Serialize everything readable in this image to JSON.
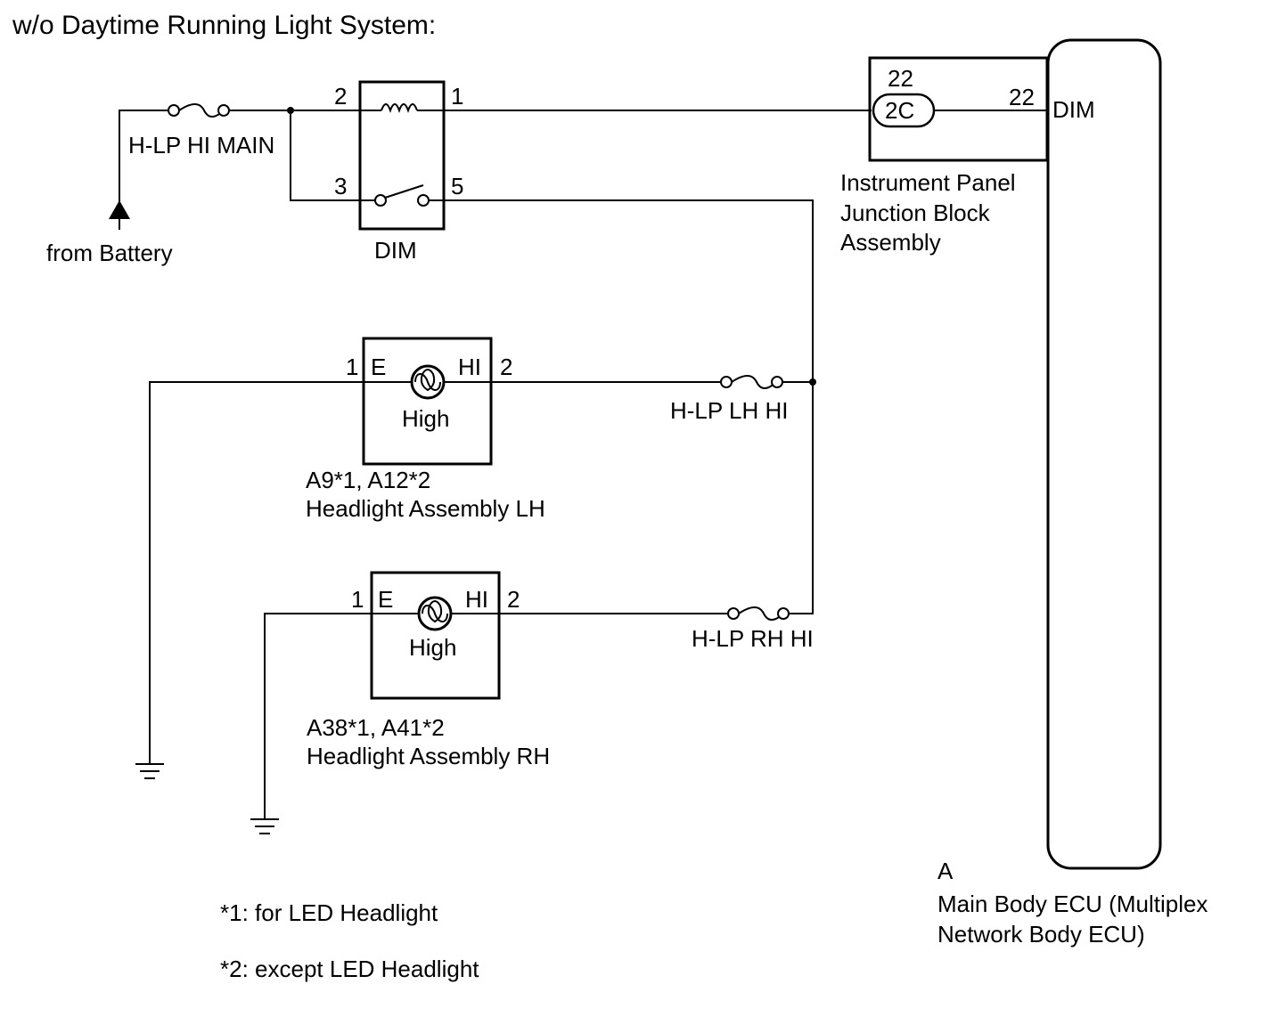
{
  "title": "w/o Daytime Running Light System:",
  "source": {
    "label": "from Battery"
  },
  "fuses": {
    "main": "H-LP HI MAIN",
    "lh": "H-LP LH HI",
    "rh": "H-LP RH HI"
  },
  "dim_relay": {
    "label": "DIM",
    "pins": {
      "coil_in": "2",
      "coil_out": "1",
      "sw_in": "3",
      "sw_out": "5"
    }
  },
  "junction_block": {
    "connector": "2C",
    "pin_left": "22",
    "pin_right": "22",
    "name_lines": [
      "Instrument Panel",
      "Junction Block",
      "Assembly"
    ]
  },
  "ecu": {
    "terminal": "DIM",
    "code": "A",
    "name_lines": [
      "Main Body ECU (Multiplex",
      "Network Body ECU)"
    ]
  },
  "headlight_lh": {
    "pin_e": "1",
    "term_e": "E",
    "term_hi": "HI",
    "pin_hi": "2",
    "bulb_label": "High",
    "codes": "A9*1, A12*2",
    "name": "Headlight Assembly LH"
  },
  "headlight_rh": {
    "pin_e": "1",
    "term_e": "E",
    "term_hi": "HI",
    "pin_hi": "2",
    "bulb_label": "High",
    "codes": "A38*1, A41*2",
    "name": "Headlight Assembly RH"
  },
  "notes": [
    "*1: for LED Headlight",
    "*2: except LED Headlight"
  ]
}
